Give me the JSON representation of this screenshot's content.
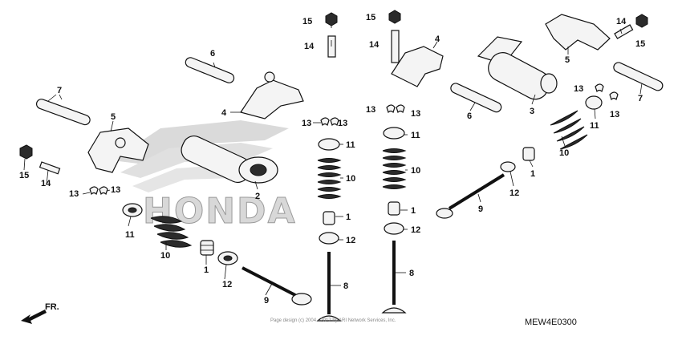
{
  "diagram": {
    "brand_watermark": "HONDA",
    "diagram_code": "MEW4E0300",
    "front_marker": "FR.",
    "copyright_line": "Page design (c) 2004 - 2017 by ARI Network Services, Inc.",
    "labels": {
      "p1": "1",
      "p2": "2",
      "p3": "3",
      "p4": "4",
      "p5": "5",
      "p6": "6",
      "p7": "7",
      "p8": "8",
      "p9": "9",
      "p10": "10",
      "p11": "11",
      "p12": "12",
      "p13": "13",
      "p14": "14",
      "p15": "15"
    }
  }
}
